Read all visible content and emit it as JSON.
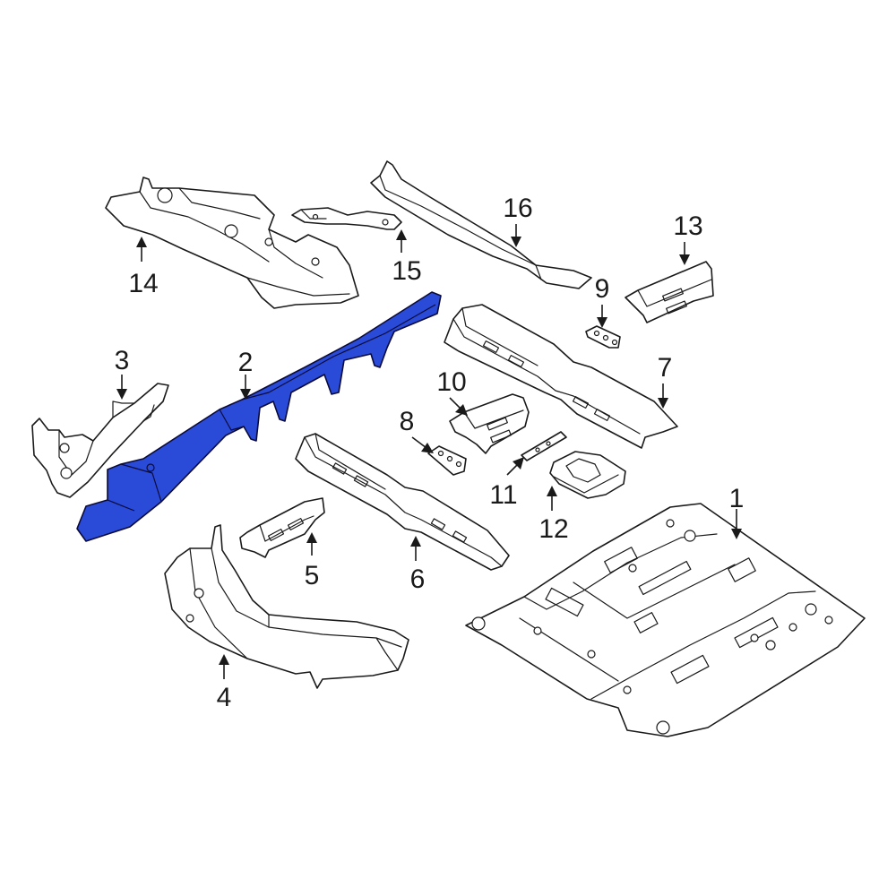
{
  "highlight_color": "#2a4bd7",
  "callouts": {
    "c1": "1",
    "c2": "2",
    "c3": "3",
    "c4": "4",
    "c5": "5",
    "c6": "6",
    "c7": "7",
    "c8": "8",
    "c9": "9",
    "c10": "10",
    "c11": "11",
    "c12": "12",
    "c13": "13",
    "c14": "14",
    "c15": "15",
    "c16": "16"
  }
}
